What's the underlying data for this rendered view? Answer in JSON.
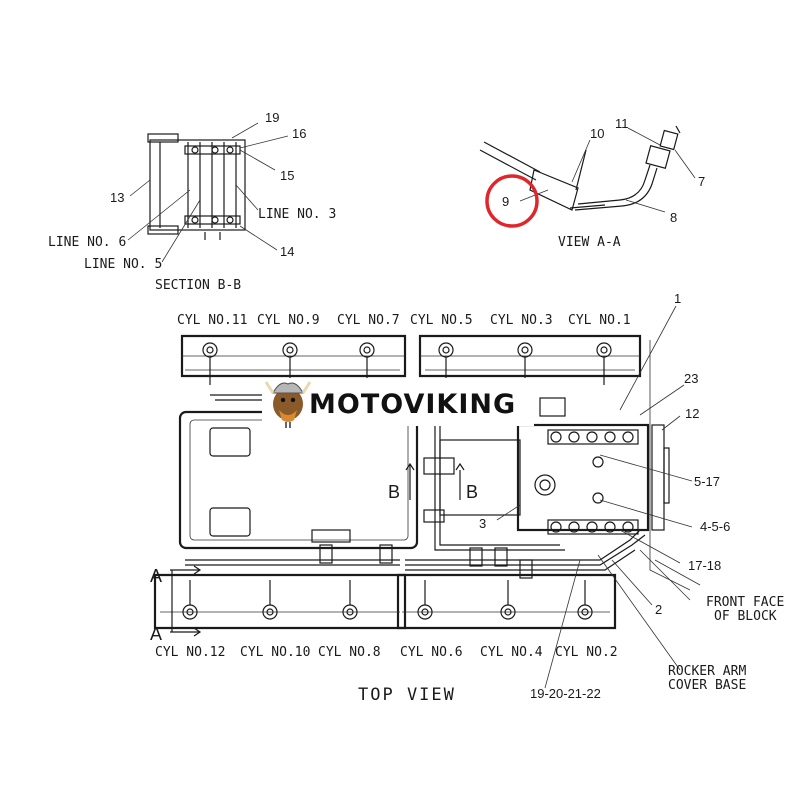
{
  "section_bb": {
    "title": "SECTION B-B",
    "labels": [
      "19",
      "16",
      "15",
      "13",
      "LINE NO. 3",
      "LINE NO. 6",
      "LINE NO. 5",
      "14"
    ]
  },
  "view_aa": {
    "title": "VIEW A-A",
    "labels": [
      "11",
      "10",
      "7",
      "9",
      "8"
    ],
    "highlight_color": "#e0262a"
  },
  "top_view": {
    "title": "TOP VIEW",
    "cyl_top": [
      "CYL NO.11",
      "CYL NO.9",
      "CYL NO.7",
      "CYL NO.5",
      "CYL NO.3",
      "CYL NO.1"
    ],
    "cyl_bottom": [
      "CYL NO.12",
      "CYL NO.10",
      "CYL NO.8",
      "CYL NO.6",
      "CYL NO.4",
      "CYL NO.2"
    ],
    "callouts": [
      "1",
      "23",
      "12",
      "5-17",
      "4-5-6",
      "17-18",
      "2",
      "3",
      "19-20-21-22"
    ],
    "section_markers": [
      "B",
      "B",
      "A",
      "A"
    ],
    "notes": [
      "FRONT FACE",
      "OF BLOCK",
      "ROCKER ARM",
      "COVER BASE"
    ]
  },
  "watermark": {
    "text": "MOTOVIKING",
    "logo_icon": "viking-mascot-icon"
  }
}
